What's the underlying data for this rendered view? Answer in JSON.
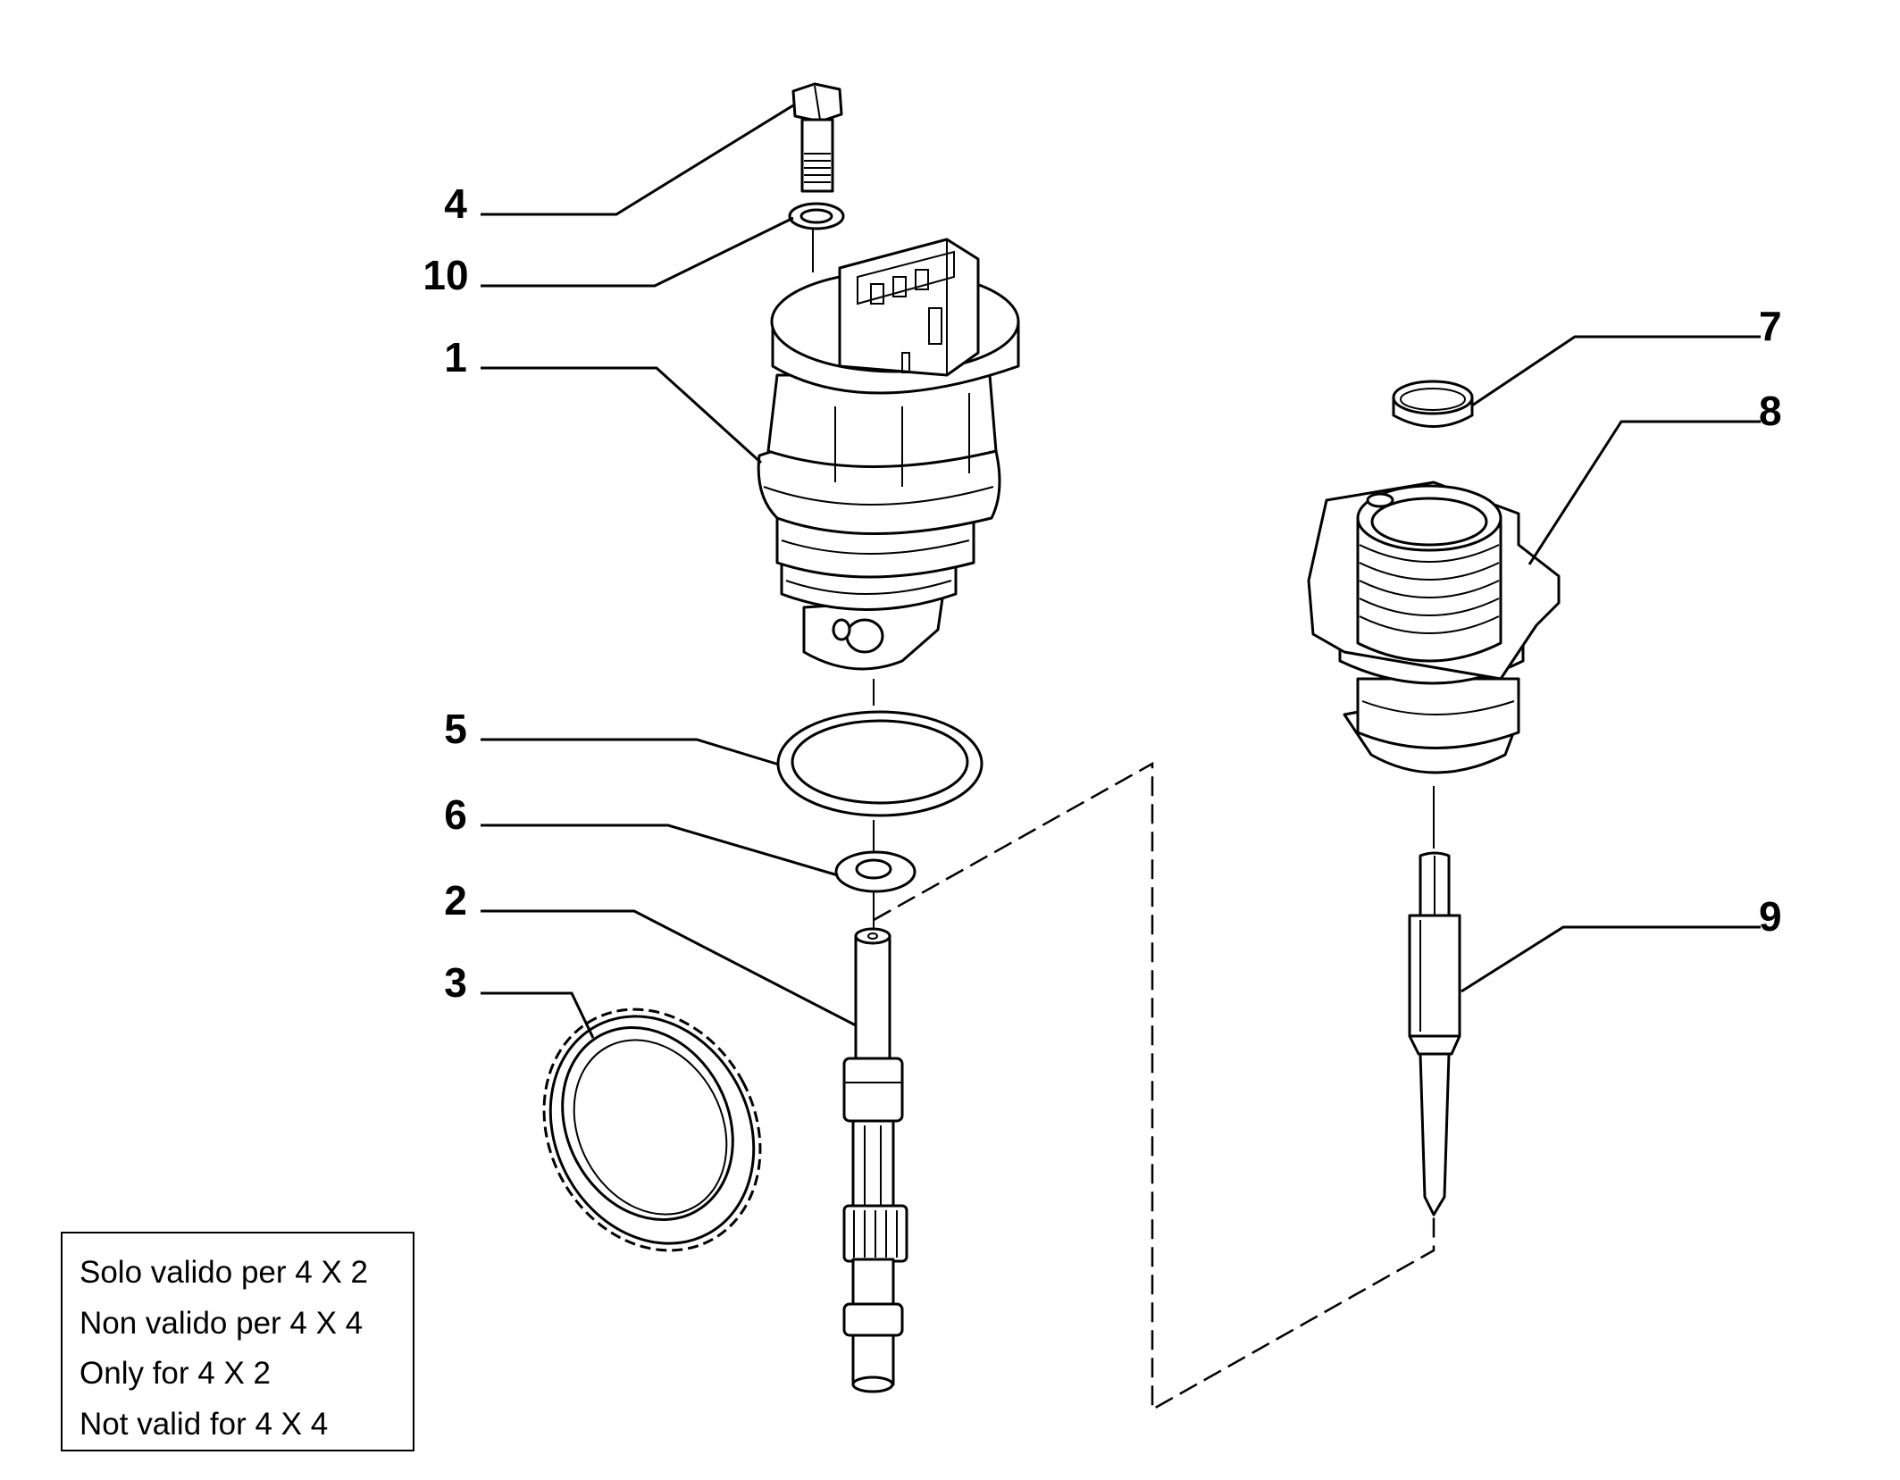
{
  "callouts": {
    "p1": "1",
    "p2": "2",
    "p3": "3",
    "p4": "4",
    "p5": "5",
    "p6": "6",
    "p7": "7",
    "p8": "8",
    "p9": "9",
    "p10": "10"
  },
  "note": {
    "lines": [
      "Solo valido per 4 X 2",
      "Non valido per 4 X 4",
      "Only for 4 X 2",
      "Not valid for 4 X 4"
    ]
  }
}
